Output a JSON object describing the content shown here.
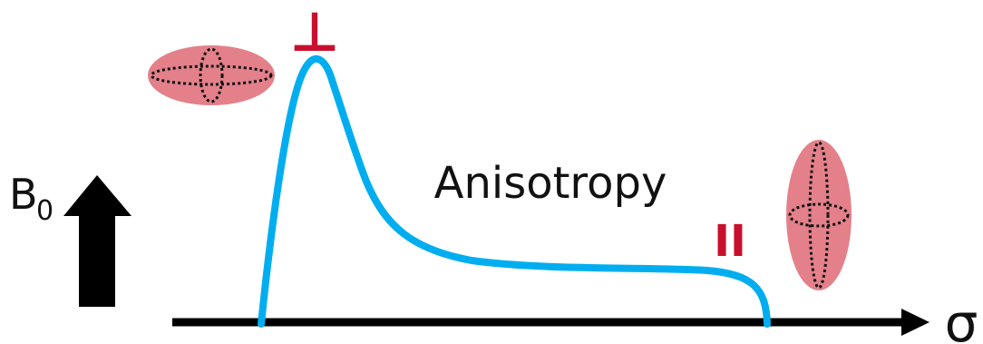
{
  "colors": {
    "curve": "#00AEEF",
    "axis": "#000000",
    "symbol": "#C8102E",
    "ellipsoid_fill": "#E3808A",
    "ellipsoid_dots": "#111111",
    "arrow": "#000000",
    "text": "#111111"
  },
  "labels": {
    "b0_main": "B",
    "b0_sub": "0",
    "anisotropy": "Anisotropy",
    "sigma": "σ",
    "parallel": "II",
    "perpendicular": "⊥"
  },
  "icons": {
    "field_arrow": "up-arrow-icon",
    "oblate_ellipsoid": "oblate-ellipsoid-icon",
    "prolate_ellipsoid": "prolate-ellipsoid-icon"
  }
}
